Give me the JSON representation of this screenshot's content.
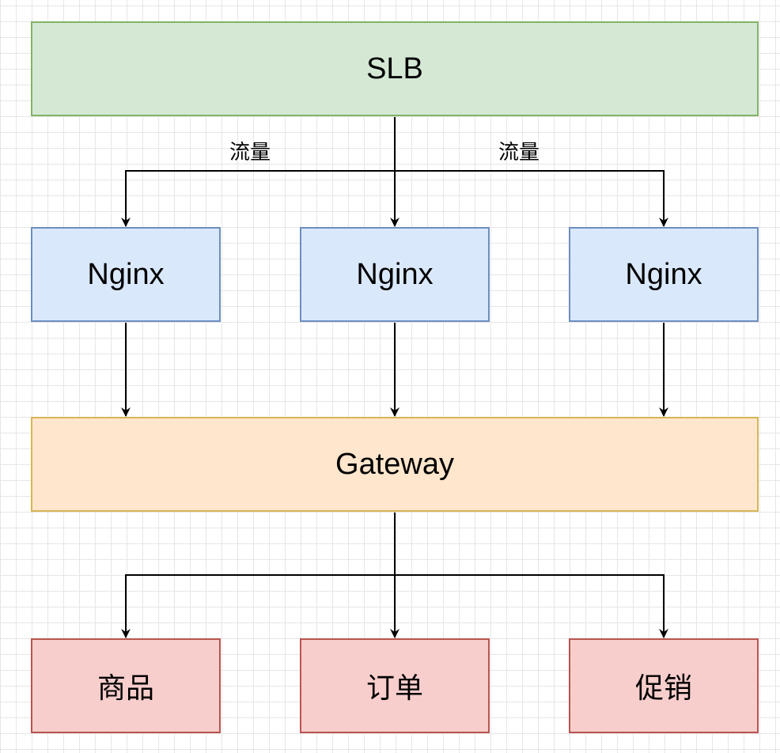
{
  "nodes": {
    "slb": "SLB",
    "nginx": [
      "Nginx",
      "Nginx",
      "Nginx"
    ],
    "gateway": "Gateway",
    "services": [
      "商品",
      "订单",
      "促销"
    ]
  },
  "edge_labels": [
    "流量",
    "流量"
  ],
  "colors": {
    "slb_fill": "#d5e8d4",
    "slb_stroke": "#82b366",
    "nginx_fill": "#dae8fc",
    "nginx_stroke": "#6c8ebf",
    "gateway_fill": "#ffe6cc",
    "gateway_stroke": "#d6b656",
    "service_fill": "#f8cecc",
    "service_stroke": "#b85450"
  }
}
